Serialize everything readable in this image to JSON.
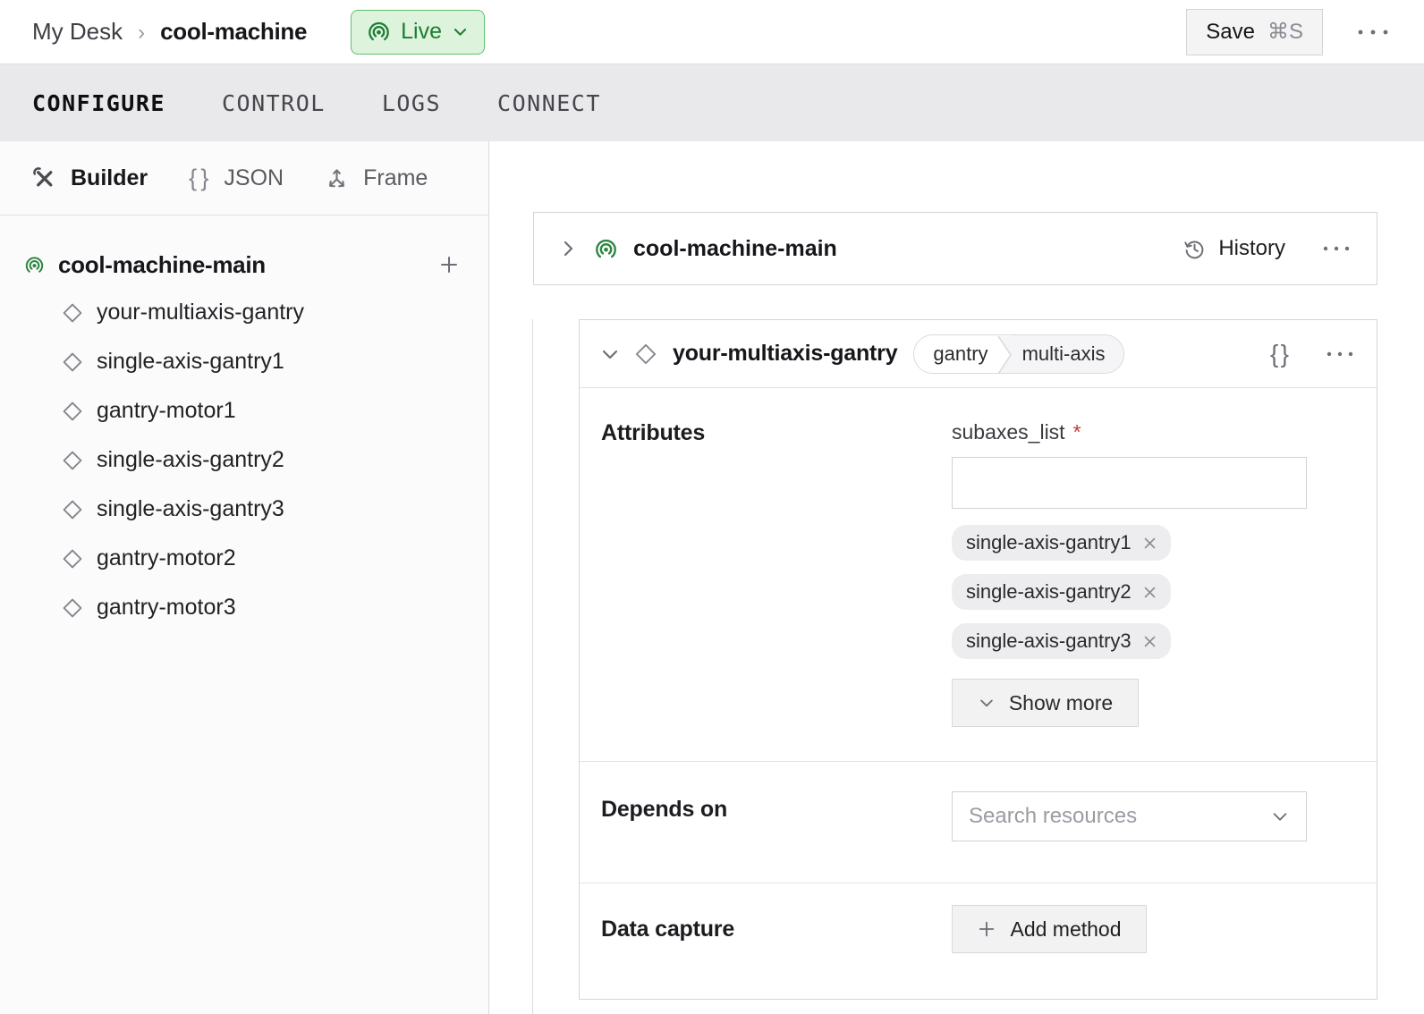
{
  "topbar": {
    "breadcrumb_root": "My Desk",
    "breadcrumb_sep": "›",
    "breadcrumb_current": "cool-machine",
    "live_label": "Live",
    "save_label": "Save",
    "save_shortcut": "⌘S"
  },
  "tabs": [
    {
      "label": "CONFIGURE",
      "active": true
    },
    {
      "label": "CONTROL",
      "active": false
    },
    {
      "label": "LOGS",
      "active": false
    },
    {
      "label": "CONNECT",
      "active": false
    }
  ],
  "sidebar": {
    "view_tabs": [
      {
        "label": "Builder",
        "icon": "tools-icon",
        "active": true
      },
      {
        "label": "JSON",
        "icon": "braces-icon",
        "active": false
      },
      {
        "label": "Frame",
        "icon": "frame-axes-icon",
        "active": false
      }
    ],
    "tree": {
      "root": "cool-machine-main",
      "children": [
        "your-multiaxis-gantry",
        "single-axis-gantry1",
        "gantry-motor1",
        "single-axis-gantry2",
        "single-axis-gantry3",
        "gantry-motor2",
        "gantry-motor3"
      ]
    }
  },
  "main": {
    "part_card": {
      "title": "cool-machine-main",
      "history_label": "History"
    },
    "component_card": {
      "title": "your-multiaxis-gantry",
      "tags": [
        "gantry",
        "multi-axis"
      ],
      "attributes": {
        "label": "Attributes",
        "field_label": "subaxes_list",
        "required_marker": "*",
        "chips": [
          "single-axis-gantry1",
          "single-axis-gantry2",
          "single-axis-gantry3"
        ],
        "show_more_label": "Show more"
      },
      "depends_on": {
        "label": "Depends on",
        "placeholder": "Search resources"
      },
      "data_capture": {
        "label": "Data capture",
        "add_method_label": "Add method"
      }
    }
  },
  "colors": {
    "live_bg": "#ddf3dc",
    "live_border": "#5fbe6e",
    "live_text": "#1e7c33",
    "machine_icon_green": "#2e8540",
    "tabbar_bg": "#e9e9eb",
    "border_gray": "#d5d5d8",
    "required_red": "#bf3a3a"
  }
}
